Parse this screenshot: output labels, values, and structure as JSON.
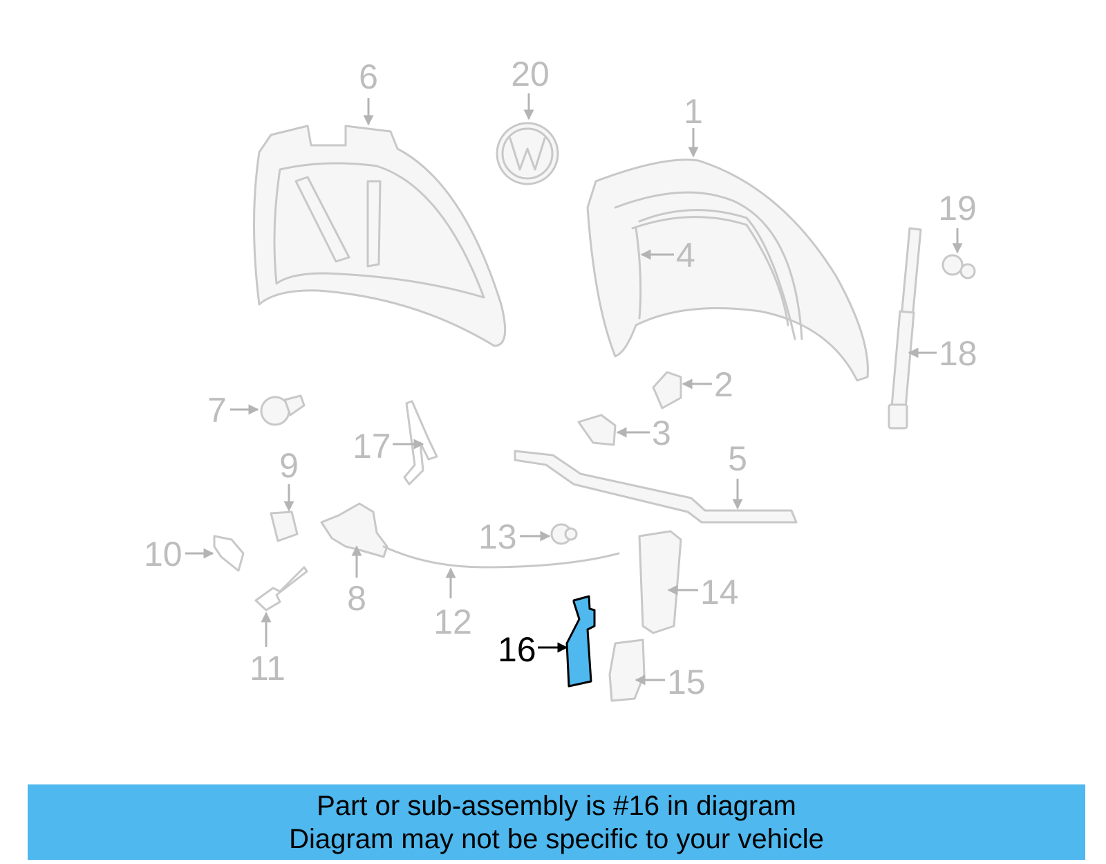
{
  "diagram": {
    "highlight_color": "#4fb8ee",
    "highlighted_part": "16",
    "callouts": {
      "c1": "1",
      "c2": "2",
      "c3": "3",
      "c4": "4",
      "c5": "5",
      "c6": "6",
      "c7": "7",
      "c8": "8",
      "c9": "9",
      "c10": "10",
      "c11": "11",
      "c12": "12",
      "c13": "13",
      "c14": "14",
      "c15": "15",
      "c16": "16",
      "c17": "17",
      "c18": "18",
      "c19": "19",
      "c20": "20"
    }
  },
  "banner": {
    "line1": "Part or sub-assembly is #16 in diagram",
    "line2": "Diagram may not be specific to your vehicle"
  }
}
